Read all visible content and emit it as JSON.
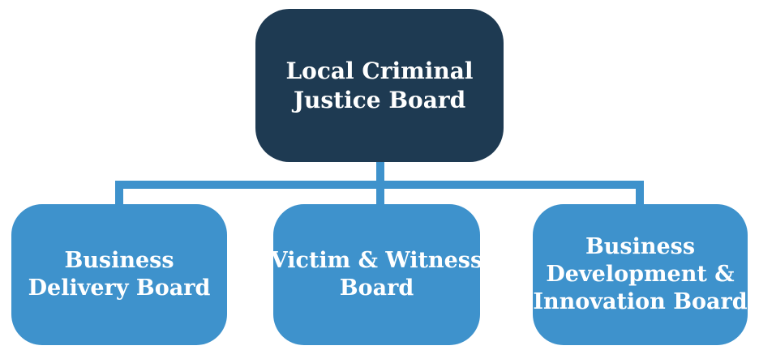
{
  "colors": {
    "navy": "#1e3a52",
    "blue": "#3e92cc",
    "text_color": "#ffffff",
    "background": "#ffffff"
  },
  "org": {
    "root": {
      "label": "Local Criminal Justice Board",
      "lines": [
        "Local Criminal",
        "Justice Board"
      ]
    },
    "children": [
      {
        "label": "Business Delivery Board",
        "lines": [
          "Business",
          "Delivery Board"
        ]
      },
      {
        "label": "Victim & Witness Board",
        "lines": [
          "Victim & Witness",
          "Board"
        ]
      },
      {
        "label": "Business Development & Innovation Board",
        "lines": [
          "Business",
          "Development &",
          "Innovation Board"
        ]
      }
    ]
  }
}
